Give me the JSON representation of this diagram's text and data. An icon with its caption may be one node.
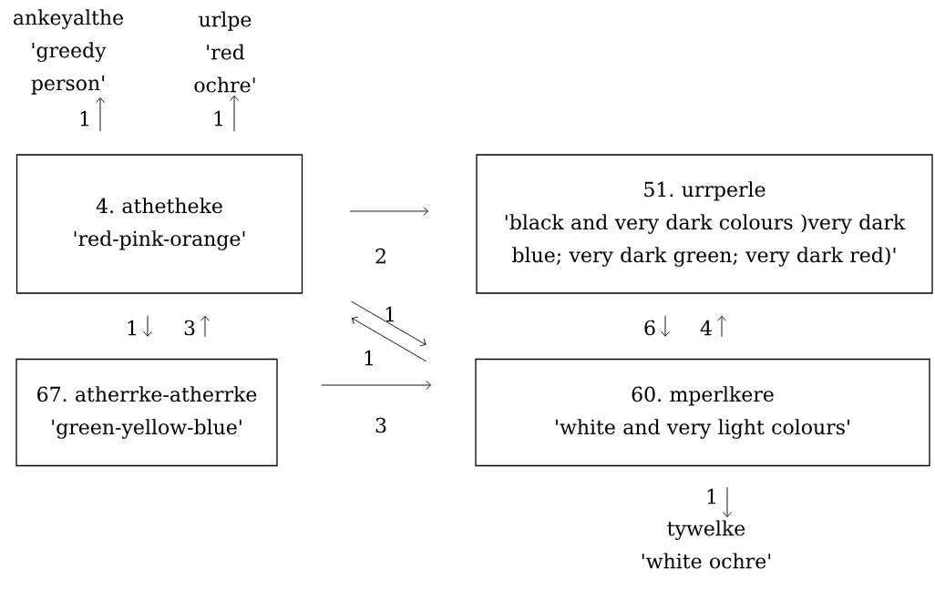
{
  "diagram": {
    "nodes": [
      {
        "text": [
          "ankeyalthe",
          "'greedy person'"
        ]
      },
      {
        "text": [
          "urlpe",
          "'red ochre'"
        ]
      },
      {
        "text": [
          "4. athetheke",
          "'red-pink-orange'"
        ]
      },
      {
        "text": [
          "51. urrperle",
          "'black and very dark colours )very dark blue; very dark green; very dark red)'"
        ]
      },
      {
        "text": [
          "67. atherrke-atherrke",
          "'green-yellow-blue'"
        ]
      },
      {
        "text": [
          "60. mperlkere",
          "'white and very light colours'"
        ]
      },
      {
        "text": [
          "tywelke",
          "'white ochre'"
        ]
      }
    ],
    "edges": [
      {
        "from": 2,
        "to": 0,
        "arrow": "to",
        "label": "1"
      },
      {
        "from": 2,
        "to": 1,
        "arrow": "to",
        "label": "1"
      },
      {
        "from": 2,
        "to": 3,
        "arrow": "to",
        "label": "2"
      },
      {
        "from": 2,
        "to": 4,
        "arrow": "to",
        "label": "1"
      },
      {
        "from": 4,
        "to": 2,
        "arrow": "to",
        "label": "3"
      },
      {
        "from": 4,
        "to": 5,
        "arrow": "to",
        "label": "3"
      },
      {
        "from": 3,
        "to": 5,
        "arrow": "to",
        "label": "6"
      },
      {
        "from": 5,
        "to": 3,
        "arrow": "to",
        "label": "4"
      },
      {
        "from": 5,
        "to": 6,
        "arrow": "to",
        "label": "1"
      },
      {
        "from": 2,
        "to": 5,
        "arrow": "to",
        "label": "1"
      },
      {
        "from": 5,
        "to": 2,
        "arrow": "to",
        "label": "1"
      }
    ]
  }
}
